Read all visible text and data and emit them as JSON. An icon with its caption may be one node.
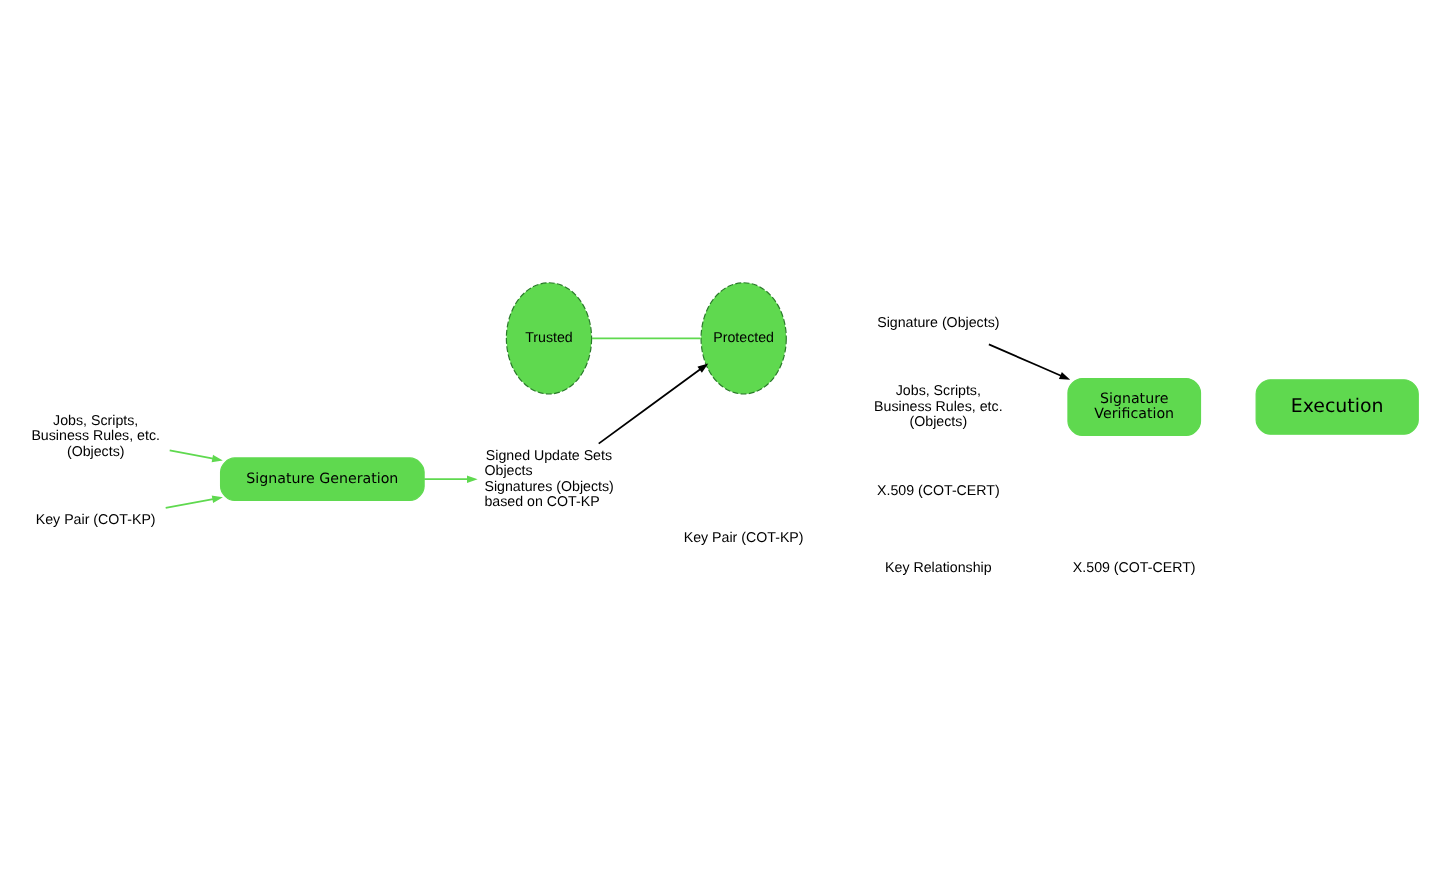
{
  "diagram": {
    "nodes": [
      {
        "text": [
          "Trusted"
        ]
      },
      {
        "text": [
          "Protected"
        ]
      },
      {
        "text": [
          "Jobs, Scripts, Business Rules, etc. (Objects)"
        ]
      },
      {
        "text": [
          "Key Pair (COT-KP)"
        ]
      },
      {
        "text": [
          "Signature Generation"
        ]
      },
      {
        "text": [
          "Signed Update Sets",
          "Objects",
          "Signatures (Objects) based on COT-KP"
        ]
      },
      {
        "text": [
          "Signature (Objects)"
        ]
      },
      {
        "text": [
          "Signature Verification"
        ]
      },
      {
        "text": [
          "Execution"
        ]
      }
    ],
    "edges": [
      {
        "from": 0,
        "to": 1,
        "arrow": "none"
      },
      {
        "from": 2,
        "to": 4,
        "arrow": "to"
      },
      {
        "from": 3,
        "to": 4,
        "arrow": "to"
      },
      {
        "from": 4,
        "to": 5,
        "arrow": "to"
      },
      {
        "from": 5,
        "to": 1,
        "arrow": "to",
        "color": "#000000"
      },
      {
        "from": 6,
        "to": 7,
        "arrow": "to",
        "color": "#000000"
      }
    ],
    "labels": [
      "Jobs, Scripts, Business Rules, etc. (Objects)",
      "X.509 (COT-CERT)",
      "Key Pair (COT-KP)",
      "Key Relationship",
      "X.509 (COT-CERT)"
    ]
  }
}
